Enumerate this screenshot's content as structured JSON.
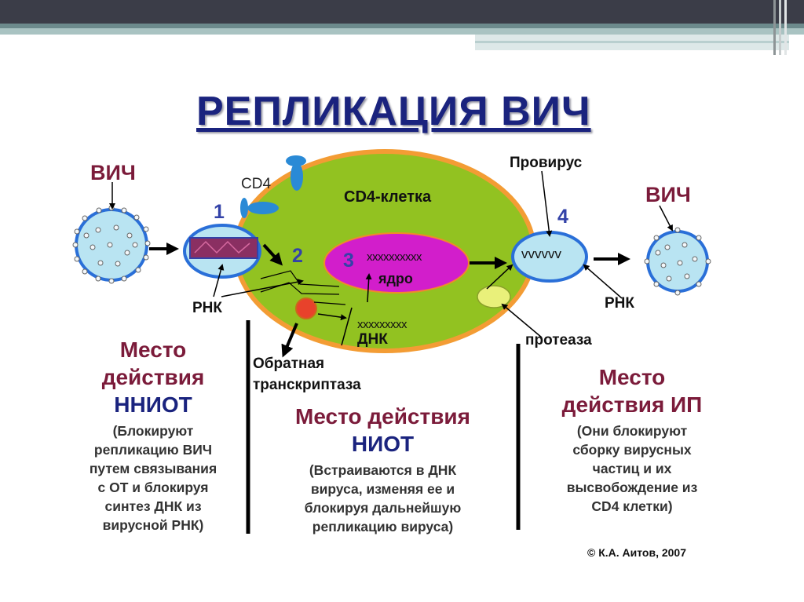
{
  "title": "РЕПЛИКАЦИЯ ВИЧ",
  "labels": {
    "hiv_left": "ВИЧ",
    "hiv_right": "ВИЧ",
    "cd4": "CD4",
    "cd4_cell": "CD4-клетка",
    "provirus": "Провирус",
    "rna_left": "РНК",
    "rna_right": "РНК",
    "nucleus": "ядро",
    "nucleus_seq": "xxxxxxxxxx",
    "dna": "ДНК",
    "dna_seq": "xxxxxxxxx",
    "provirus_seq": "vvvvvv",
    "protease": "протеаза",
    "reverse_transcriptase_1": "Обратная",
    "reverse_transcriptase_2": "транскриптаза"
  },
  "steps": [
    "1",
    "2",
    "3",
    "4"
  ],
  "columns": [
    {
      "heading": [
        "Место",
        "действия",
        "ННИОТ"
      ],
      "description": [
        "(Блокируют",
        "репликацию ВИЧ",
        "путем связывания",
        "с ОТ и блокируя",
        "синтез ДНК из",
        "вирусной РНК)"
      ]
    },
    {
      "heading": [
        "Место действия",
        "НИОТ"
      ],
      "description": [
        "(Встраиваются в ДНК",
        "вируса, изменяя ее и",
        "блокируя дальнейшую",
        "репликацию вируса)"
      ]
    },
    {
      "heading": [
        "Место",
        "действия ИП"
      ],
      "description": [
        "(Они блокируют",
        "сборку вирусных",
        "частиц и их",
        "высвобождение из",
        "CD4 клетки)"
      ]
    }
  ],
  "copyright": "© К.А. Аитов, 2007",
  "colors": {
    "cell_fill": "#92c221",
    "cell_border": "#f39c34",
    "nucleus_fill": "#d21ecb",
    "virus_fill": "#b9e4f2",
    "virus_border": "#2a6fd8",
    "rna_box": "#8a2f62",
    "rt_enzyme": "#e8422b",
    "protease_fill": "#e9f07a",
    "title": "#1a237e",
    "heading_maroon": "#7b1b3a",
    "heading_navy": "#1a237e"
  }
}
